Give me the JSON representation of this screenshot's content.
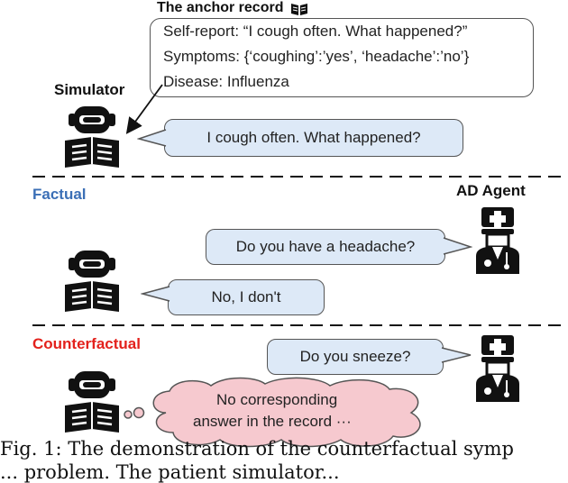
{
  "record": {
    "title": "The anchor record",
    "book_icon": "book-icon",
    "lines": [
      "Self-report: “I cough often. What happened?”",
      "Symptoms: {‘coughing’:’yes’, ‘headache’:’no’}",
      "Disease: Influenza"
    ]
  },
  "simulator_label": "Simulator",
  "agent_label": "AD Agent",
  "bubbles": {
    "sim_intro": "I cough often. What happened?",
    "agent_factual": "Do you have a headache?",
    "sim_factual": "No, I don't",
    "agent_counter": "Do you sneeze?",
    "sim_thought_line1": "No corresponding",
    "sim_thought_line2": "answer in the record ···"
  },
  "sections": {
    "factual": "Factual",
    "counterfactual": "Counterfactual"
  },
  "colors": {
    "factual": "#3b6fb6",
    "counterfactual": "#e3211c",
    "bubble_fill": "#dde9f7",
    "cloud_fill": "#f6c9cf"
  },
  "caption": {
    "line1": "Fig. 1: The demonstration of the counterfactual symp",
    "line2": "... problem. The patient simulator... "
  }
}
